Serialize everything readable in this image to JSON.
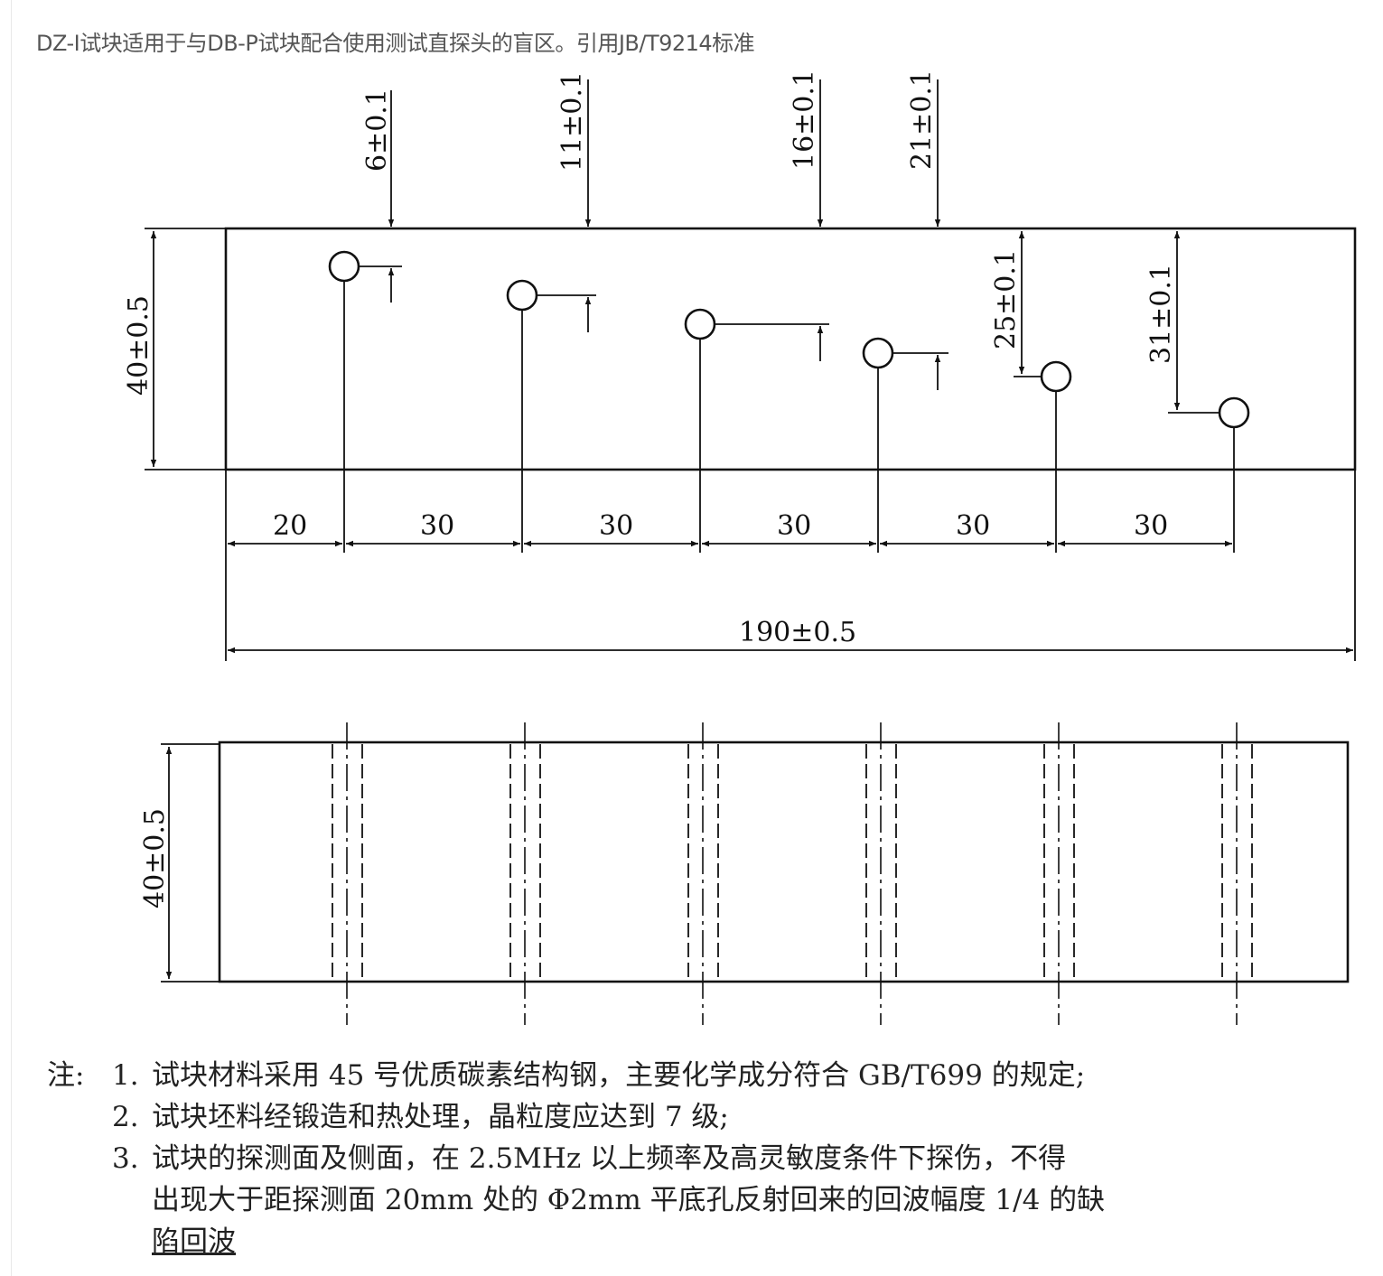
{
  "caption": "DZ-I试块适用于与DB-P试块配合使用测试直探头的盲区。引用JB/T9214标准",
  "top_view": {
    "depth_labels": [
      "6±0.1",
      "11±0.1",
      "16±0.1",
      "21±0.1",
      "25±0.1",
      "31±0.1"
    ],
    "height_label": "40±0.5",
    "spacing_labels": [
      "20",
      "30",
      "30",
      "30",
      "30",
      "30"
    ],
    "length_label": "190±0.5"
  },
  "side_view": {
    "height_label": "40±0.5"
  },
  "notes": {
    "prefix": "注:",
    "items": [
      {
        "num": "1.",
        "text": "试块材料采用 45 号优质碳素结构钢，主要化学成分符合 GB/T699 的规定;"
      },
      {
        "num": "2.",
        "text": "试块坯料经锻造和热处理，晶粒度应达到 7 级;"
      },
      {
        "num": "3.",
        "text": "试块的探测面及侧面，在 2.5MHz 以上频率及高灵敏度条件下探伤，不得"
      }
    ],
    "continuation_1": "出现大于距探测面 20mm 处的 Φ2mm 平底孔反射回来的回波幅度 1/4 的缺",
    "continuation_2": "陷回波"
  }
}
